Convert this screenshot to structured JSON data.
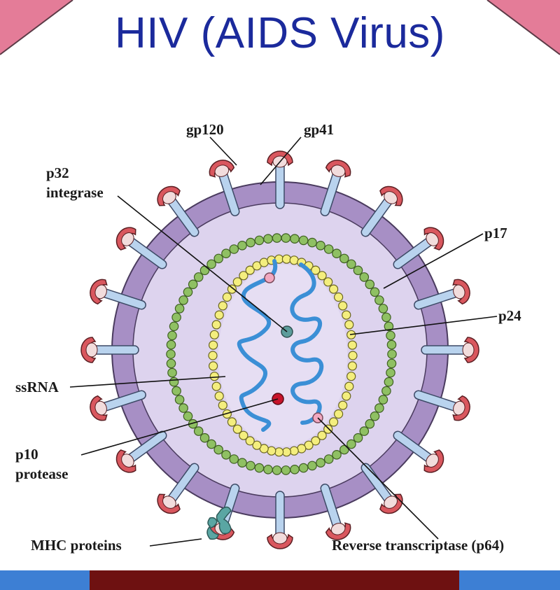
{
  "title": "HIV (AIDS Virus)",
  "labels": {
    "gp120": "gp120",
    "gp41": "gp41",
    "p32": "p32",
    "integrase": "integrase",
    "p17": "p17",
    "p24": "p24",
    "ssrna": "ssRNA",
    "p10": "p10",
    "protease": "protease",
    "mhc": "MHC proteins",
    "reverse_transcriptase": "Reverse transcriptase (p64)"
  },
  "colors": {
    "title": "#1b2a9c",
    "envelope": "#a78fc5",
    "matrix_interior": "#ddd3ee",
    "gp41_stalk": "#b9d3ee",
    "gp120_cap": "#d9575e",
    "p17_ring": "#8fc063",
    "p24_ring": "#f4ee7e",
    "ssrna": "#3b8fd6",
    "corner_accent": "#e47c98",
    "bottom_bar_blue": "#3d7fd4",
    "bottom_bar_dark_red": "#6e1111"
  }
}
